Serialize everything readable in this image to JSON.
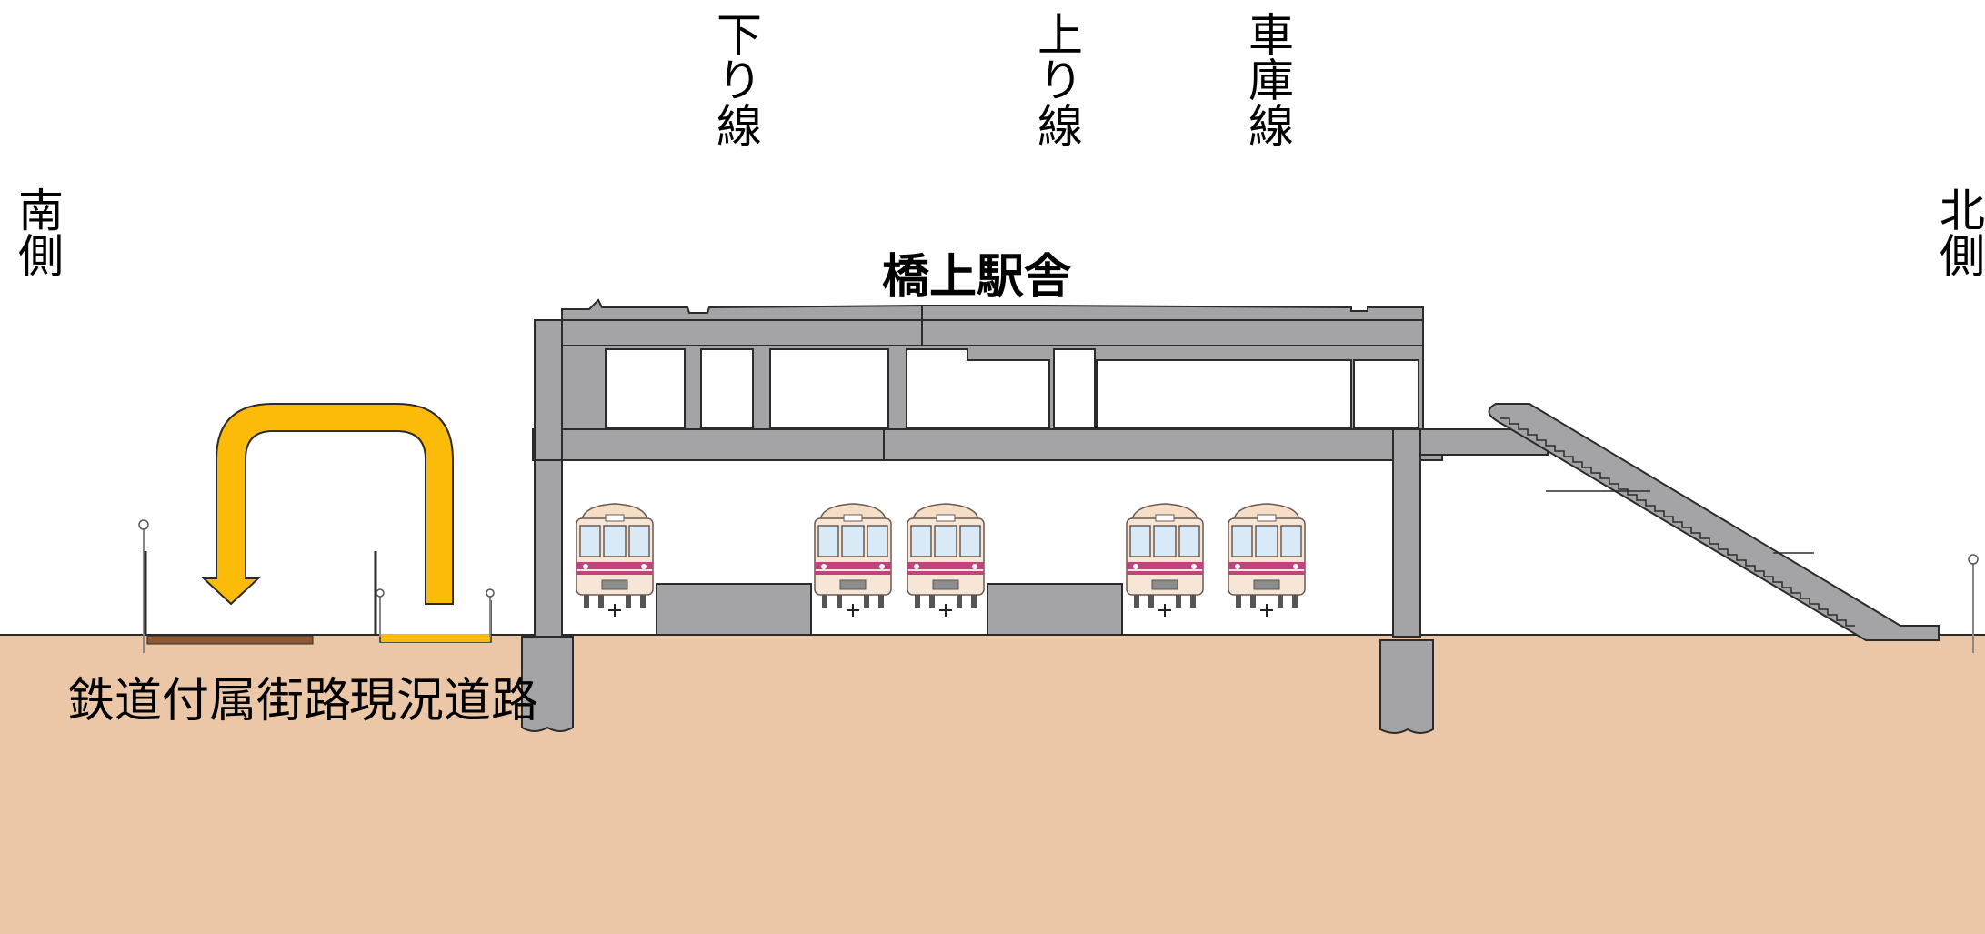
{
  "labels": {
    "south_side": "南側",
    "north_side": "北側",
    "down_line": "下り線",
    "up_line": "上り線",
    "depot_line": "車庫線",
    "station_building": "橋上駅舎",
    "railway_road": "鉄道付属街路",
    "current_road": "現況道路"
  },
  "colors": {
    "ground": "#ebc7a8",
    "structure": "#a4a3a6",
    "outline": "#2b2b2b",
    "detour_arrow": "#fbbb08",
    "railway_road": "#8f5a33",
    "current_road": "#fbbb08",
    "train_body": "#f7e6d6",
    "train_window": "#d9eaf6",
    "train_stripe": "#c0427e"
  },
  "icons": {
    "train": "train-front-icon",
    "arrow": "u-turn-arrow-icon",
    "pole": "survey-pole-icon"
  }
}
